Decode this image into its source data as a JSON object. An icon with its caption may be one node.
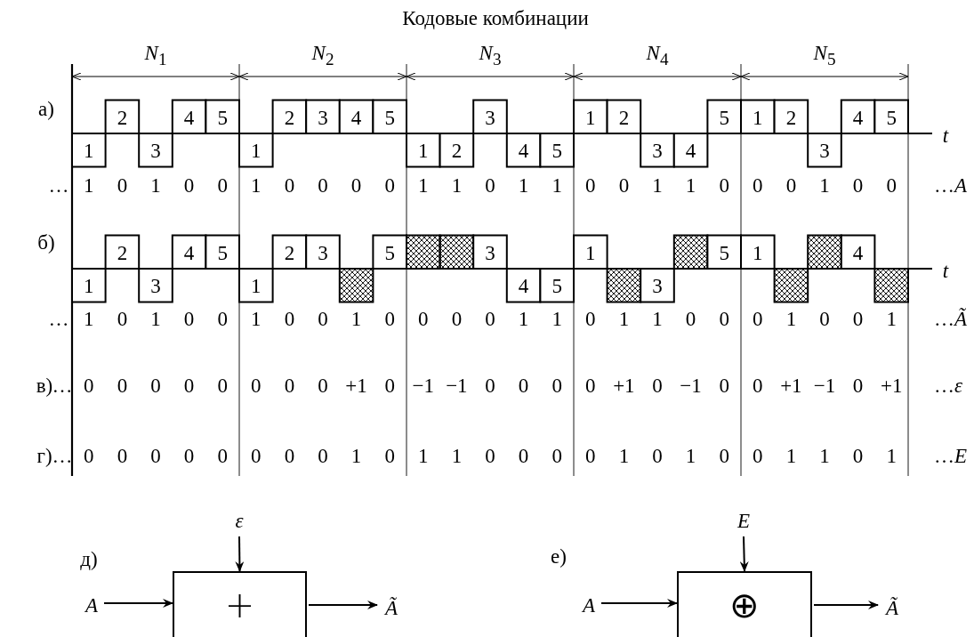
{
  "diagram": {
    "title": "Кодовые комбинации",
    "nodes": [
      {
        "text": [
          "A"
        ]
      },
      {
        "text": [
          "ε"
        ]
      },
      {
        "text": [
          "+"
        ]
      },
      {
        "text": [
          "Ã"
        ]
      },
      {
        "text": [
          "A"
        ]
      },
      {
        "text": [
          "E"
        ]
      },
      {
        "text": [
          "⊕"
        ]
      },
      {
        "text": [
          "Ã"
        ]
      }
    ],
    "edges": [
      {
        "from": 0,
        "to": 2,
        "arrow": "to"
      },
      {
        "from": 1,
        "to": 2,
        "arrow": "to"
      },
      {
        "from": 2,
        "to": 3,
        "arrow": "to"
      },
      {
        "from": 4,
        "to": 6,
        "arrow": "to"
      },
      {
        "from": 5,
        "to": 6,
        "arrow": "to"
      },
      {
        "from": 6,
        "to": 7,
        "arrow": "to"
      }
    ],
    "labels": [
      "*N*$_{1}$",
      "*N*$_{2}$",
      "*N*$_{3}$",
      "*N*$_{4}$",
      "*N*$_{5}$",
      "а)",
      "1",
      "2",
      "3",
      "4",
      "5",
      "1",
      "2",
      "3",
      "4",
      "5",
      "1",
      "2",
      "3",
      "4",
      "5",
      "1",
      "2",
      "3",
      "4",
      "5",
      "1",
      "2",
      "3",
      "4",
      "5",
      "t",
      "…",
      "1",
      "0",
      "1",
      "0",
      "0",
      "1",
      "0",
      "0",
      "0",
      "0",
      "1",
      "1",
      "0",
      "1",
      "1",
      "0",
      "0",
      "1",
      "1",
      "0",
      "0",
      "0",
      "1",
      "0",
      "0",
      "…*A*",
      "б)",
      "1",
      "2",
      "3",
      "4",
      "5",
      "1",
      "2",
      "3",
      "5",
      "3",
      "4",
      "5",
      "1",
      "3",
      "5",
      "1",
      "4",
      "t",
      "…",
      "1",
      "0",
      "1",
      "0",
      "0",
      "1",
      "0",
      "0",
      "1",
      "0",
      "0",
      "0",
      "0",
      "1",
      "1",
      "0",
      "1",
      "1",
      "0",
      "0",
      "0",
      "1",
      "0",
      "0",
      "1",
      "…*Ã*",
      "в)",
      "…",
      "0",
      "0",
      "0",
      "0",
      "0",
      "0",
      "0",
      "0",
      "+1",
      "0",
      "−1",
      "−1",
      "0",
      "0",
      "0",
      "0",
      "+1",
      "0",
      "−1",
      "0",
      "0",
      "+1",
      "−1",
      "0",
      "+1",
      "…*ε*",
      "г)",
      "…",
      "0",
      "0",
      "0",
      "0",
      "0",
      "0",
      "0",
      "0",
      "1",
      "0",
      "1",
      "1",
      "0",
      "0",
      "0",
      "0",
      "1",
      "0",
      "1",
      "0",
      "0",
      "1",
      "1",
      "0",
      "1",
      "…*E*",
      "д)",
      "е)"
    ]
  }
}
